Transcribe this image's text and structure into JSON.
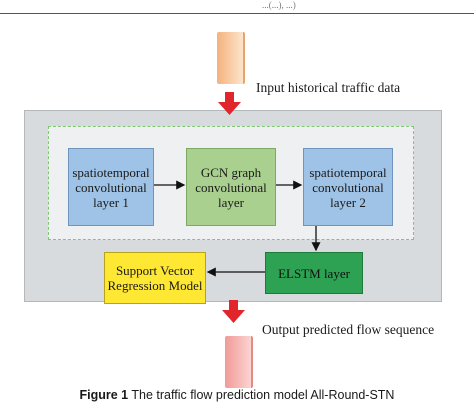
{
  "header_fragment": "...(...), ...)",
  "input_label": "Input historical traffic data",
  "output_label": "Output predicted flow sequence",
  "nodes": {
    "st_layer_1": "spatiotemporal convolutional layer 1",
    "gcn_layer": "GCN graph convolutional layer",
    "st_layer_2": "spatiotemporal convolutional layer 2",
    "elstm_layer": "ELSTM layer",
    "svr_model": "Support Vector Regression Model"
  },
  "caption": {
    "number": "Figure 1",
    "text": "The traffic flow prediction model All-Round-STN"
  },
  "colors": {
    "conv_blue": "#9ec3e6",
    "gcn_green": "#a9d08e",
    "svr_yellow": "#ffe834",
    "elstm_green": "#2ea253",
    "flow_arrow_red": "#e0262b",
    "dashed_border_green": "#7fc873"
  }
}
